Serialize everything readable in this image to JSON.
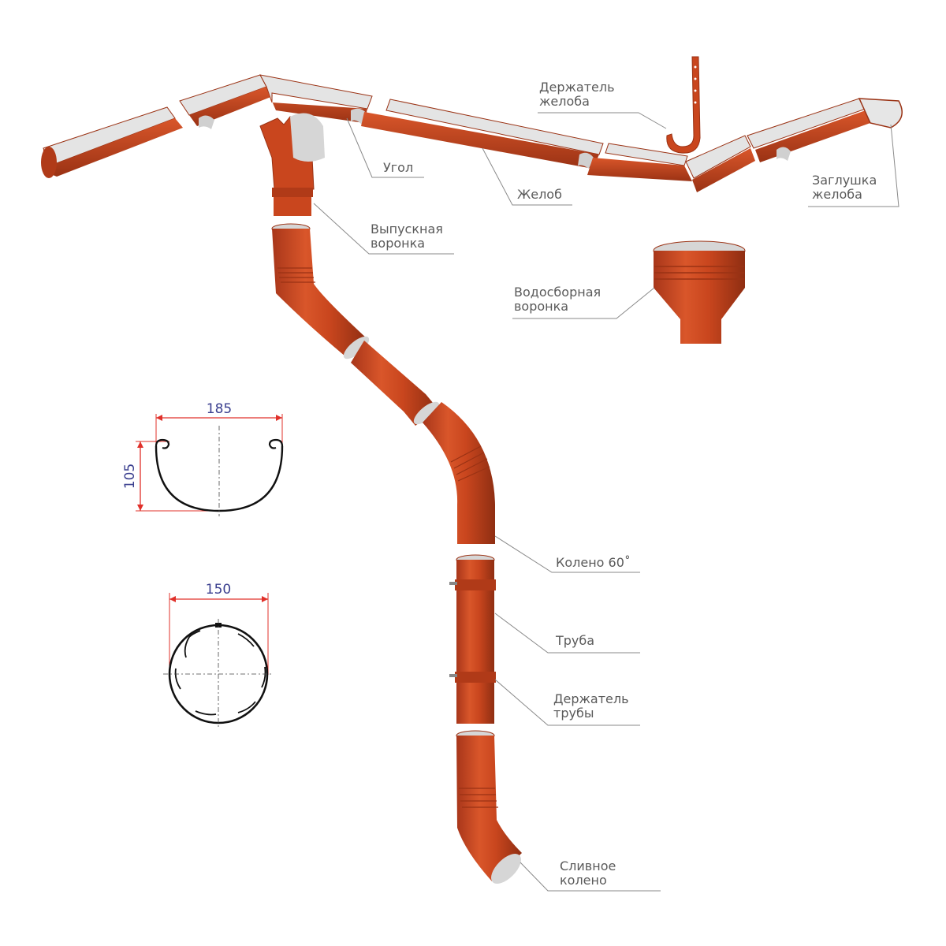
{
  "colors": {
    "metal": "#c9461e",
    "metal_dark": "#9a3214",
    "metal_light": "#e06a3e",
    "inner": "#dcdcdc",
    "inner_shade": "#bcbcbc",
    "dimension": "#e0302a",
    "dimension_text": "#3a3f8f",
    "leader": "#8a8a8a",
    "label_text": "#5a5a5a"
  },
  "labels": {
    "gutter_holder": [
      "Держатель",
      "желоба"
    ],
    "corner": [
      "Угол"
    ],
    "gutter": [
      "Желоб"
    ],
    "gutter_cap": [
      "Заглушка",
      "желоба"
    ],
    "outlet_funnel": [
      "Выпускная",
      "воронка"
    ],
    "collector_funnel": [
      "Водосборная",
      "воронка"
    ],
    "elbow": [
      "Колено 60˚"
    ],
    "pipe": [
      "Труба"
    ],
    "pipe_holder": [
      "Держатель",
      "трубы"
    ],
    "drain_elbow": [
      "Сливное",
      "колено"
    ]
  },
  "dimensions": {
    "gutter_width": "185",
    "gutter_height": "105",
    "pipe_diameter": "150"
  },
  "icons": [
    "gutter-profile-icon",
    "pipe-section-icon"
  ]
}
